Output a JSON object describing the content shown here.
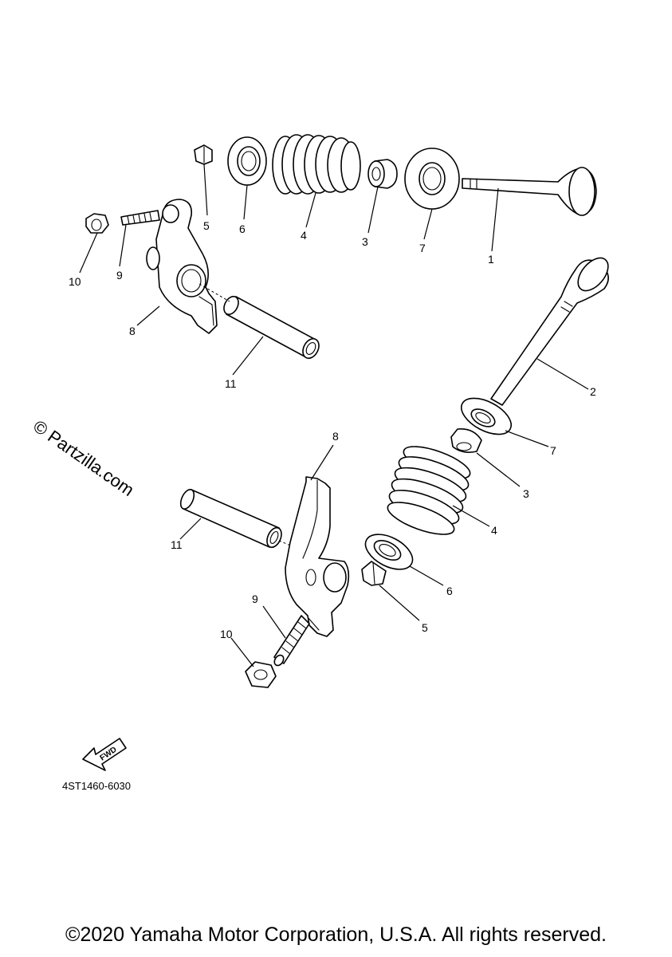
{
  "diagram": {
    "part_code": "4ST1460-6030",
    "watermark": "© Partzilla.com",
    "fwd_label": "FWD",
    "callouts_upper": [
      "1",
      "3",
      "4",
      "5",
      "6",
      "7",
      "8",
      "9",
      "10",
      "11"
    ],
    "callouts_lower": [
      "2",
      "3",
      "4",
      "5",
      "6",
      "7",
      "8",
      "9",
      "10",
      "11"
    ]
  },
  "footer": {
    "copyright": "©2020 Yamaha Motor Corporation, U.S.A. All rights reserved."
  }
}
